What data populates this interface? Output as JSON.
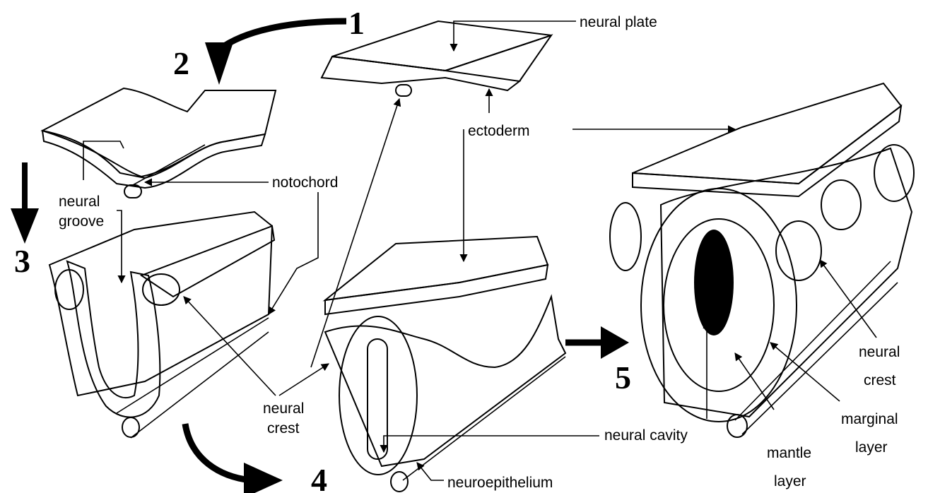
{
  "step_numbers": [
    "1",
    "2",
    "3",
    "4",
    "5"
  ],
  "labels": {
    "neural_plate": "neural plate",
    "ectoderm": "ectoderm",
    "notochord": "notochord",
    "neural": "neural",
    "groove": "groove",
    "neural_crest_1": "neural",
    "neural_crest_2": "crest",
    "neural_crest_right_1": "neural",
    "neural_crest_right_2": "crest",
    "neural_cavity": "neural cavity",
    "neuroepithelium": "neuroepithelium",
    "mantle_1": "mantle",
    "mantle_2": "layer",
    "marginal_1": "marginal",
    "marginal_2": "layer"
  },
  "colors": {
    "ink": "#000000",
    "paper": "#ffffff"
  }
}
